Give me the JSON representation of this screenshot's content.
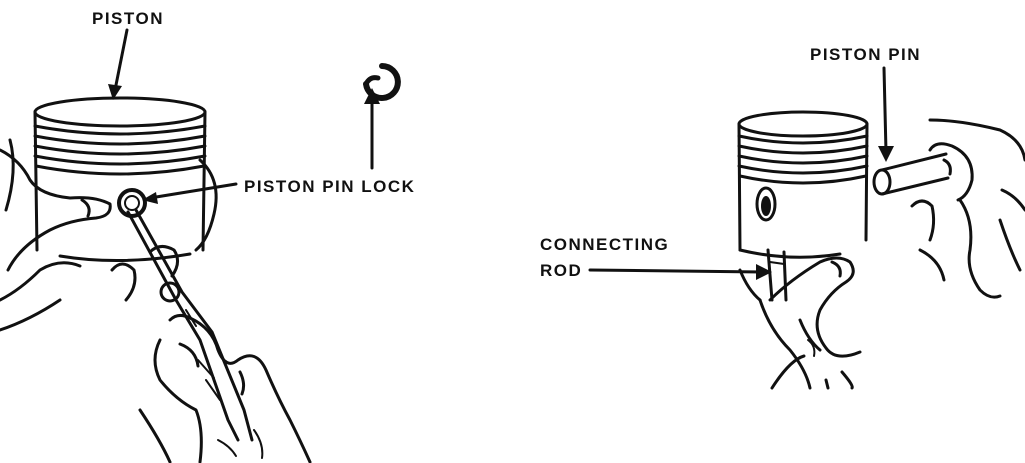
{
  "labels": {
    "piston": "PISTON",
    "piston_pin_lock": "PISTON PIN LOCK",
    "piston_pin": "PISTON PIN",
    "connecting_rod_line1": "CONNECTING",
    "connecting_rod_line2": "ROD"
  },
  "colors": {
    "ink": "#111111",
    "background": "#ffffff"
  }
}
